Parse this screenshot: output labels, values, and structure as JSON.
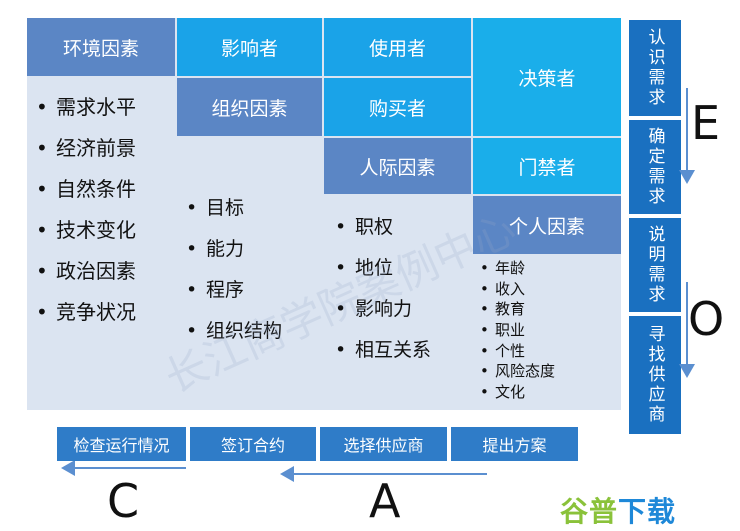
{
  "environment": {
    "header": "环境因素",
    "items": [
      "需求水平",
      "经济前景",
      "自然条件",
      "技术变化",
      "政治因素",
      "竞争状况"
    ]
  },
  "organization": {
    "header": "组织因素",
    "items": [
      "目标",
      "能力",
      "程序",
      "组织结构"
    ]
  },
  "interpersonal": {
    "header": "人际因素",
    "items": [
      "职权",
      "地位",
      "影响力",
      "相互关系"
    ]
  },
  "individual": {
    "header": "个人因素",
    "items": [
      "年龄",
      "收入",
      "教育",
      "职业",
      "个性",
      "风险态度",
      "文化"
    ]
  },
  "roles": {
    "influencer": "影响者",
    "user": "使用者",
    "buyer": "购买者",
    "decider": "决策者",
    "gatekeeper": "门禁者"
  },
  "stages": [
    "认识需求",
    "确定需求",
    "说明需求",
    "寻找供应商"
  ],
  "stage_letters": {
    "E": "E",
    "O": "O"
  },
  "steps": [
    "检查运行情况",
    "签订合约",
    "选择供应商",
    "提出方案"
  ],
  "step_letters": {
    "C": "C",
    "A": "A"
  },
  "watermark": "长江商学院案例中心",
  "logo": {
    "part1": "谷普",
    "part2": "下载"
  },
  "colors": {
    "panel": "#dbe4f1",
    "dark_header": "#5b86c5",
    "cyan_header": "#1aa3e8",
    "stage_box": "#1a70c0",
    "arrow": "#5b8fd0"
  }
}
